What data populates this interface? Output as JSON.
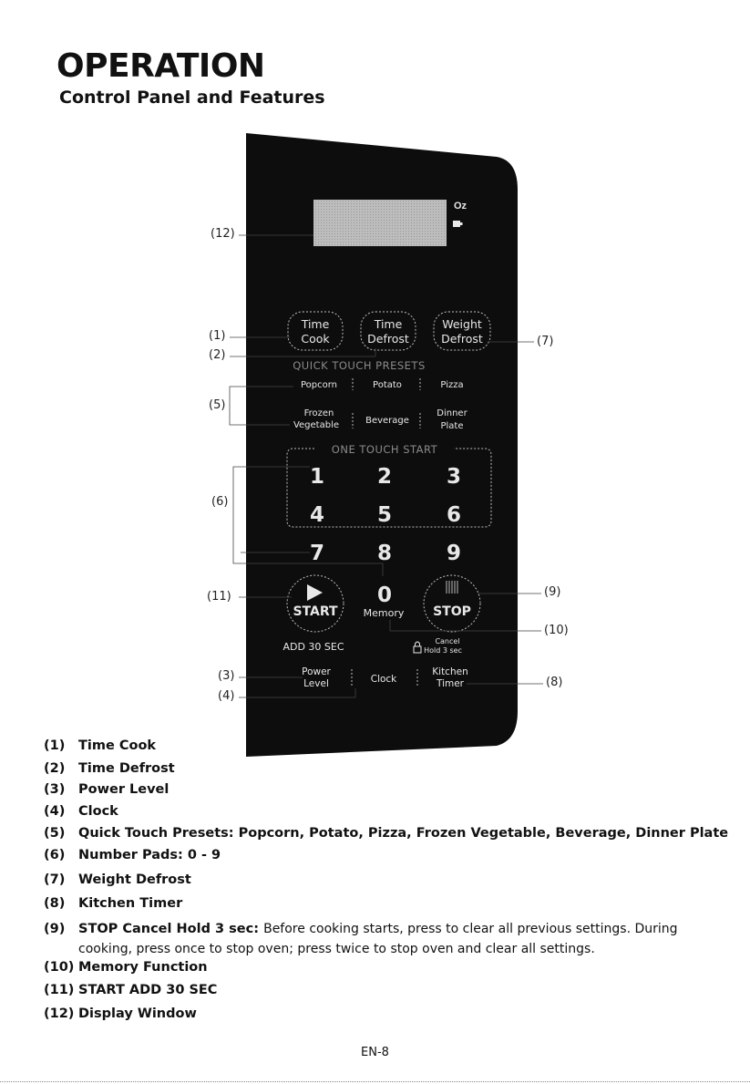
{
  "heading": {
    "title": "OPERATION",
    "subtitle": "Control Panel and Features"
  },
  "panel": {
    "display_labels": {
      "oz": "Oz"
    },
    "function_buttons": [
      {
        "line1": "Time",
        "line2": "Cook"
      },
      {
        "line1": "Time",
        "line2": "Defrost"
      },
      {
        "line1": "Weight",
        "line2": "Defrost"
      }
    ],
    "quick_touch_title": "QUICK TOUCH PRESETS",
    "presets_row1": [
      "Popcorn",
      "Potato",
      "Pizza"
    ],
    "presets_row2": [
      {
        "line1": "Frozen",
        "line2": "Vegetable"
      },
      {
        "line1": "Beverage",
        "line2": ""
      },
      {
        "line1": "Dinner",
        "line2": "Plate"
      }
    ],
    "one_touch_title": "ONE TOUCH START",
    "digits": [
      "1",
      "2",
      "3",
      "4",
      "5",
      "6",
      "7",
      "8",
      "9",
      "0"
    ],
    "memory_label": "Memory",
    "start_label": "START",
    "stop_label": "STOP",
    "add30_label": "ADD 30 SEC",
    "cancel_line1": "Cancel",
    "cancel_line2": "Hold 3 sec",
    "bottom_row": [
      {
        "line1": "Power",
        "line2": "Level"
      },
      {
        "line1": "Clock",
        "line2": ""
      },
      {
        "line1": "Kitchen",
        "line2": "Timer"
      }
    ]
  },
  "callouts": [
    "(12)",
    "(1)",
    "(2)",
    "(5)",
    "(6)",
    "(11)",
    "(3)",
    "(4)",
    "(7)",
    "(9)",
    "(10)",
    "(8)"
  ],
  "features": [
    {
      "num": "(1)",
      "label": "Time Cook",
      "desc": ""
    },
    {
      "num": "(2)",
      "label": "Time Defrost",
      "desc": ""
    },
    {
      "num": "(3)",
      "label": "Power Level",
      "desc": ""
    },
    {
      "num": "(4)",
      "label": "Clock",
      "desc": ""
    },
    {
      "num": "(5)",
      "label": "Quick Touch Presets: Popcorn, Potato, Pizza, Frozen Vegetable, Beverage, Dinner Plate",
      "desc": ""
    },
    {
      "num": "(6)",
      "label": "Number Pads: 0 - 9",
      "desc": ""
    },
    {
      "num": "(7)",
      "label": "Weight Defrost",
      "desc": ""
    },
    {
      "num": "(8)",
      "label": "Kitchen Timer",
      "desc": ""
    },
    {
      "num": "(9)",
      "label": "STOP Cancel Hold 3 sec:",
      "desc": "Before cooking starts, press to clear all previous settings. During"
    },
    {
      "num": "(10)",
      "label": "Memory Function",
      "desc": ""
    },
    {
      "num": "(11)",
      "label": "START ADD 30 SEC",
      "desc": ""
    },
    {
      "num": "(12)",
      "label": "Display Window",
      "desc": ""
    }
  ],
  "feature9_continuation": "cooking, press once to stop oven; press twice to stop oven and clear all settings.",
  "page_number": "EN-8",
  "colors": {
    "panel": "#0d0d0d",
    "panel_text": "#e8e8e8",
    "display": "#c9c9c9",
    "quick_touch_title": "#8a8a8a"
  }
}
